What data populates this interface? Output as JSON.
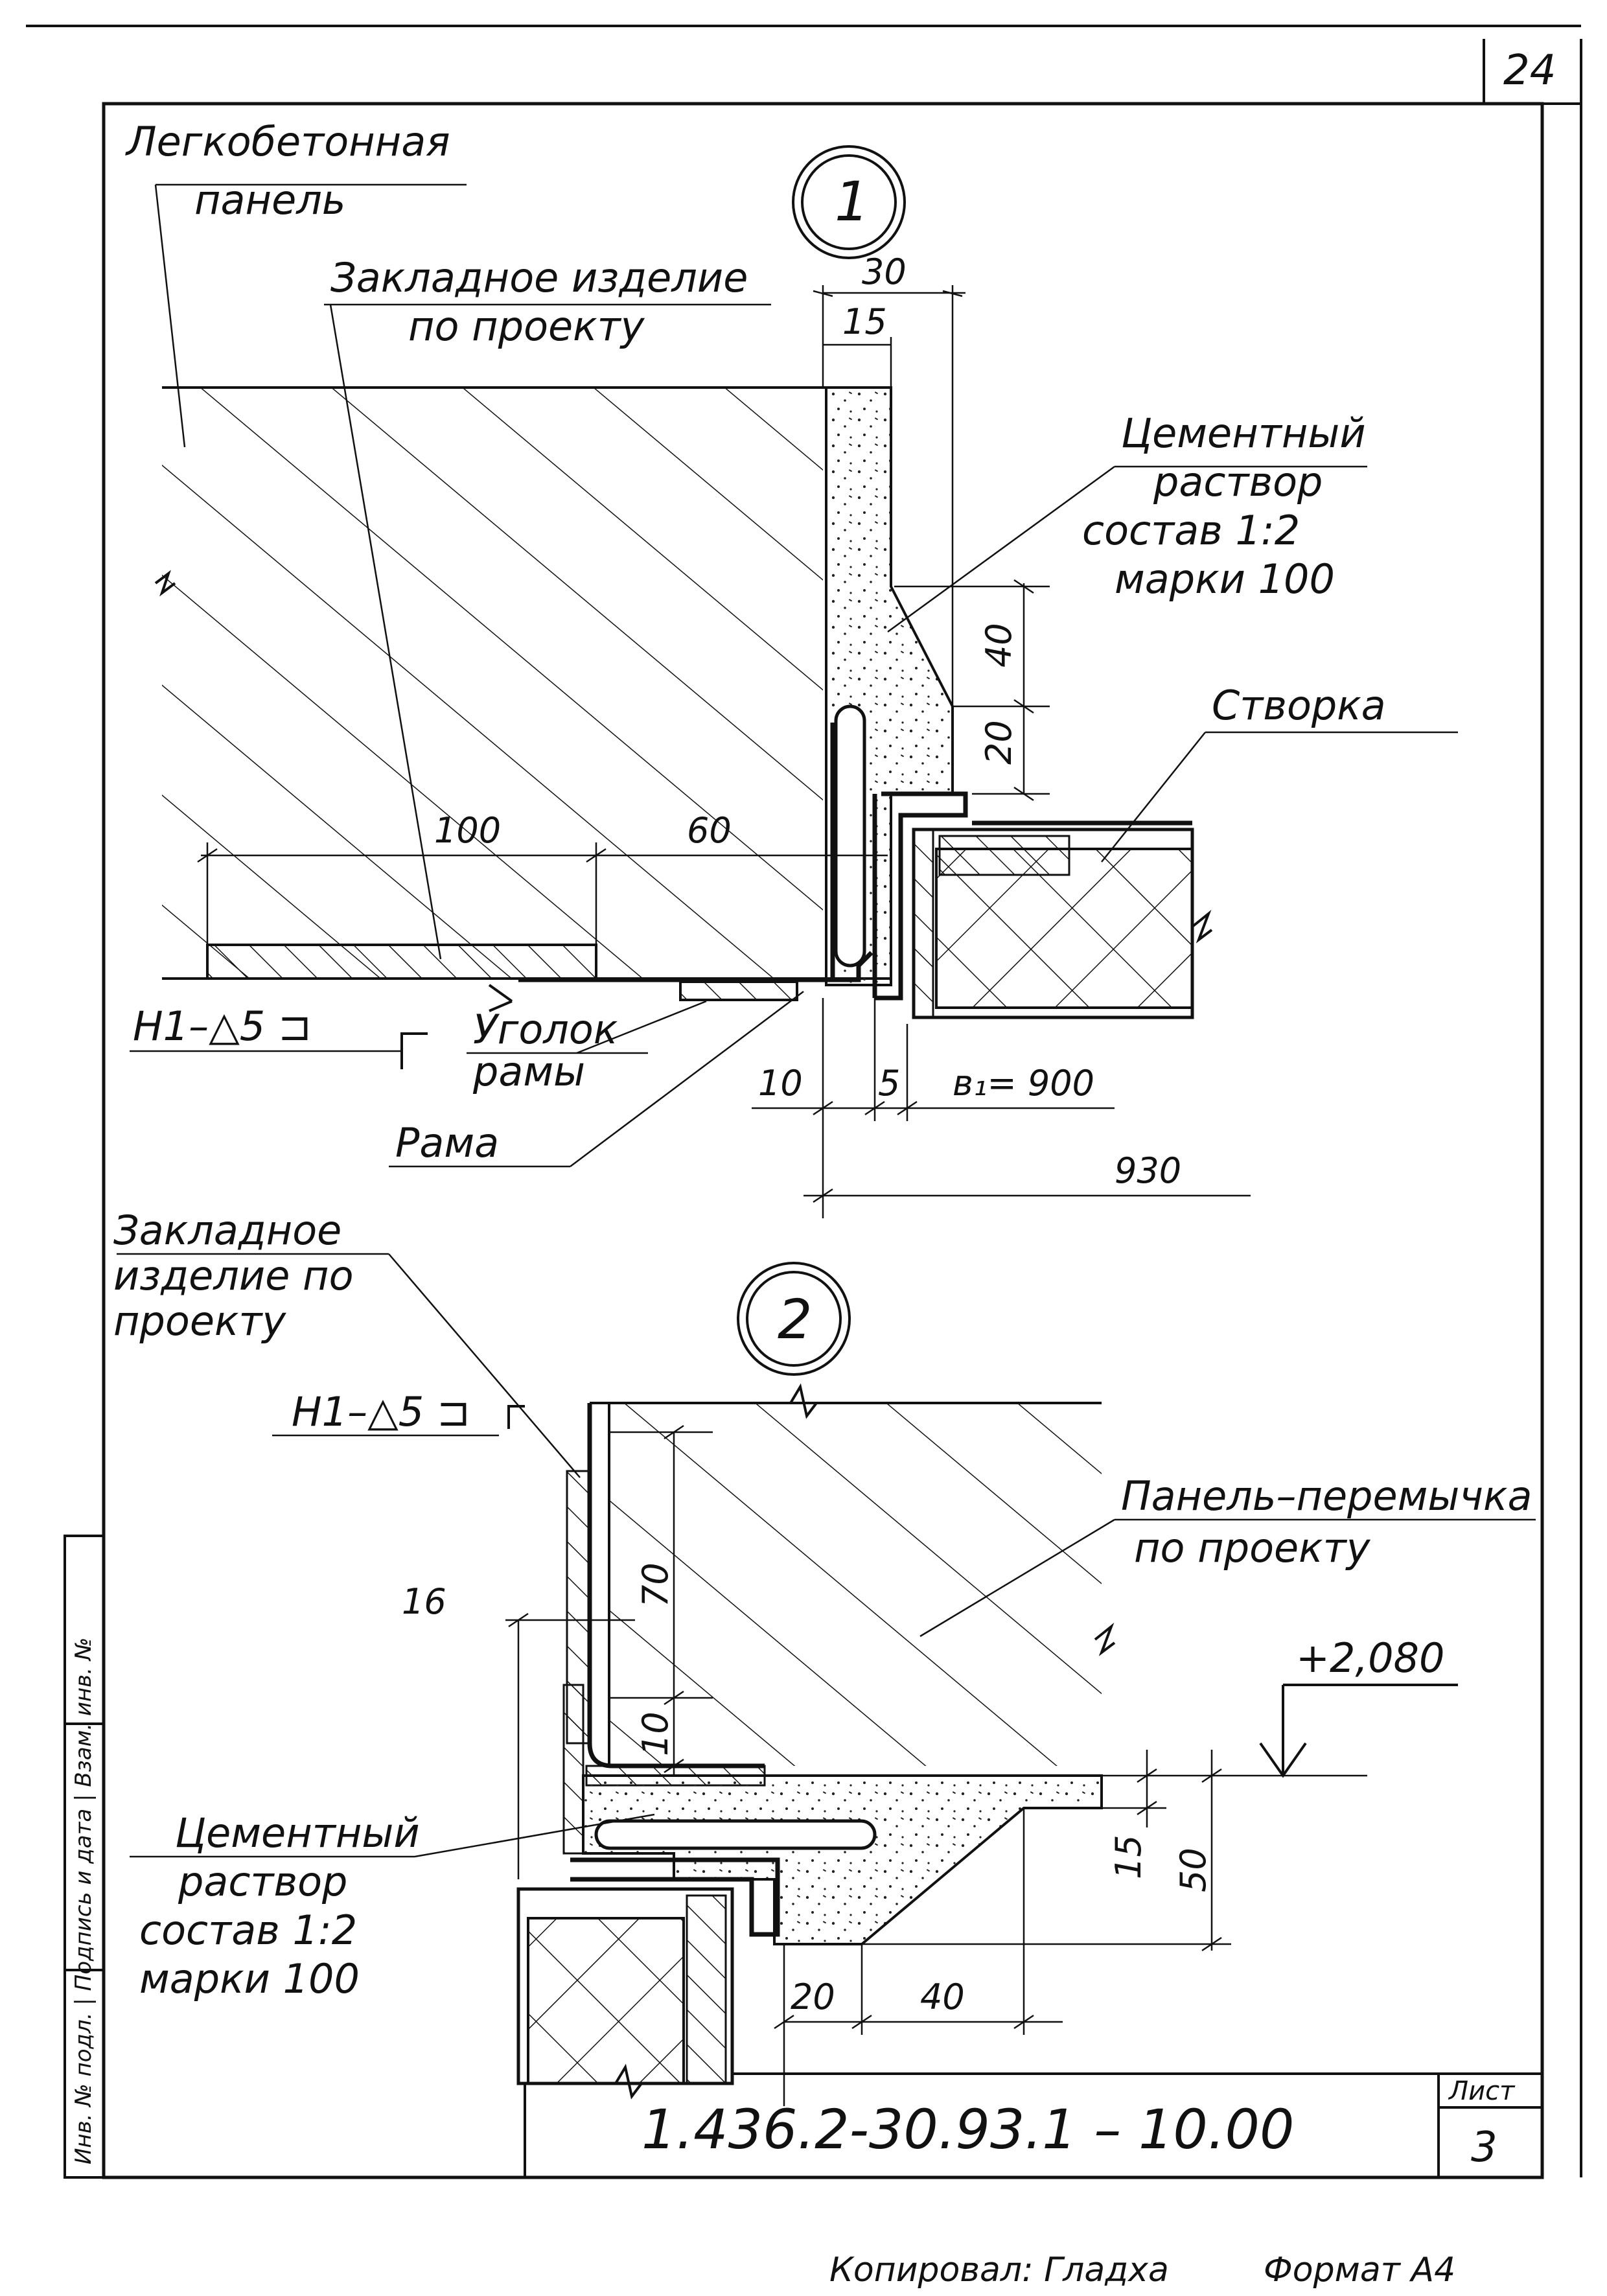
{
  "sheet": {
    "page_number": "24",
    "doc_code": "1.436.2-30.93.1  –  10.00",
    "sheet_label": "Лист",
    "sheet_number": "3",
    "footer_copied": "Копировал: Гладха",
    "footer_format": "Формат А4",
    "side_stamp": "Инв. № подл. | Подпись и дата | Взам. инв. №"
  },
  "detail_1": {
    "marker": "1",
    "panel_label": [
      "Легкобетонная",
      "панель"
    ],
    "embed_label": [
      "Закладное    изделие",
      "по  проекту"
    ],
    "mortar_label": [
      "Цементный",
      "раствор",
      "состав  1:2",
      "марки 100"
    ],
    "sash_label": "Створка",
    "corner_label": [
      "Уголок",
      "рамы"
    ],
    "frame_label": "Рама",
    "weld_label": "Н1–△5 ⊐",
    "dims": {
      "d30": "30",
      "d15": "15",
      "d40": "40",
      "d20": "20",
      "d100": "100",
      "d60": "60",
      "d10": "10",
      "d5": "5",
      "b1": "в₁= 900",
      "d930": "930"
    }
  },
  "detail_2": {
    "marker": "2",
    "embed_label": [
      "Закладное",
      "изделие  по",
      "проекту"
    ],
    "weld_label": "Н1–△5 ⊐",
    "lintel_label": [
      "Панель–перемычка",
      "по  проекту"
    ],
    "mortar_label": [
      "Цементный",
      "раствор",
      "состав  1:2",
      "марки 100"
    ],
    "elevation": "+2,080",
    "dims": {
      "d16": "16",
      "d70": "70",
      "d10": "10",
      "d15": "15",
      "d50": "50",
      "d20": "20",
      "d40": "40"
    }
  }
}
